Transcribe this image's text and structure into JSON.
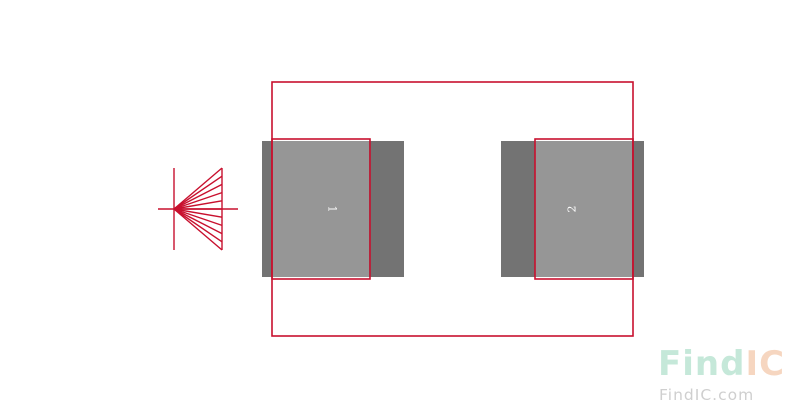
{
  "footprint": {
    "pads": [
      {
        "label": "1"
      },
      {
        "label": "2"
      }
    ],
    "colors": {
      "outline": "#c8102e",
      "pad_dark": "#737373",
      "pad_light": "#969696",
      "background": "#ffffff"
    }
  },
  "watermark": {
    "brand_prefix": "Find",
    "brand_suffix": "IC",
    "url": "FindIC.com",
    "colors": {
      "prefix": "#c5e8d9",
      "suffix": "#f6d6c0"
    }
  }
}
